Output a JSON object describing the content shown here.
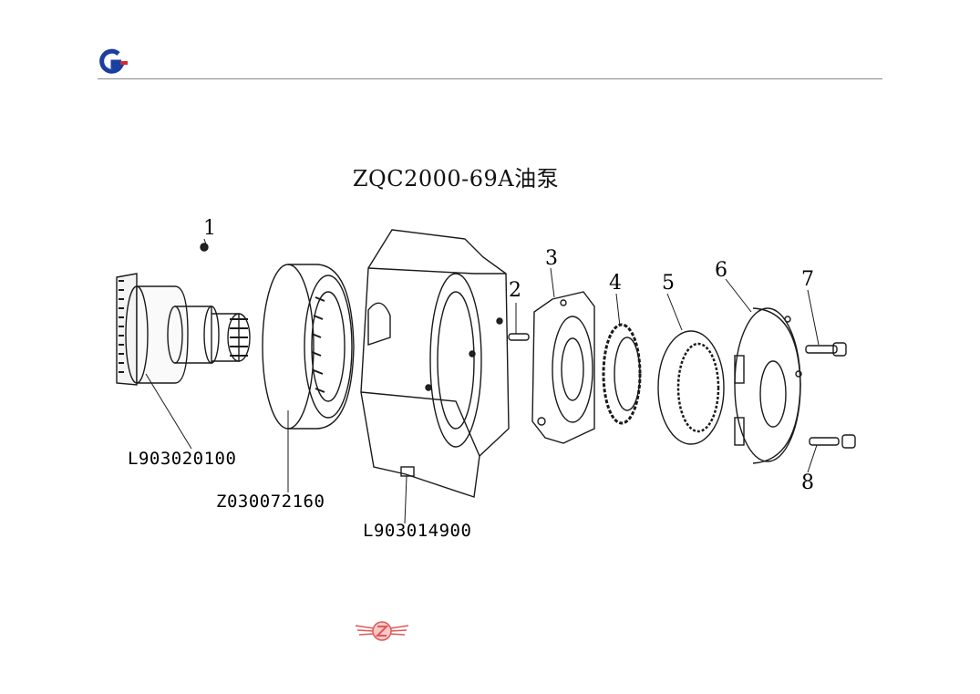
{
  "header": {
    "logo_icon": "company-g-logo",
    "brand_color": "#1a3fa0",
    "accent_color": "#d9282f"
  },
  "title": "ZQC2000-69A油泵",
  "callouts": [
    "1",
    "2",
    "3",
    "4",
    "5",
    "6",
    "7",
    "8"
  ],
  "part_numbers": [
    "L903020100",
    "Z030072160",
    "L903014900"
  ],
  "footer": {
    "logo_icon": "zf-winged-emblem-icon",
    "logo_color": "#e05858"
  }
}
